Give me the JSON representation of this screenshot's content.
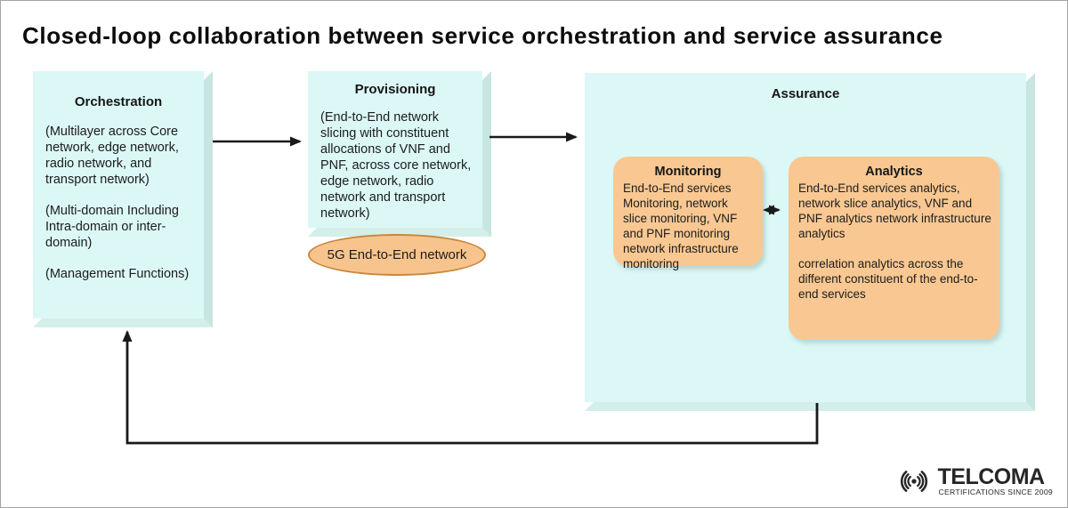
{
  "title": "Closed-loop collaboration between service orchestration and service assurance",
  "orchestration": {
    "title": "Orchestration",
    "paragraphs": [
      "(Multilayer across Core network, edge network, radio network, and transport network)",
      "(Multi-domain Including Intra-domain or inter-domain)",
      "(Management Functions)"
    ]
  },
  "provisioning": {
    "title": "Provisioning",
    "body": "(End-to-End network slicing with constituent allocations of VNF and PNF, across core network, edge network, radio network and transport network)"
  },
  "network_ellipse": {
    "label": "5G End-to-End network"
  },
  "assurance": {
    "title": "Assurance",
    "monitoring": {
      "title": "Monitoring",
      "body": "End-to-End services Monitoring, network slice monitoring, VNF and PNF monitoring network infrastructure monitoring"
    },
    "analytics": {
      "title": "Analytics",
      "paragraphs": [
        "End-to-End services analytics, network slice analytics, VNF and PNF analytics network infrastructure analytics",
        "correlation analytics across the different constituent of the end-to-end services"
      ]
    }
  },
  "logo": {
    "name": "TELCOMA",
    "tagline": "CERTIFICATIONS SINCE 2009"
  },
  "colors": {
    "box_fill": "#dcf8f6",
    "box_side_shadow": "#c7e5e1",
    "box_bottom_shadow": "#d4efea",
    "card_fill": "#f9c892",
    "ellipse_fill": "#f8c48e",
    "ellipse_border": "#c9873d",
    "line": "#1a1a1a",
    "background": "#ffffff"
  }
}
